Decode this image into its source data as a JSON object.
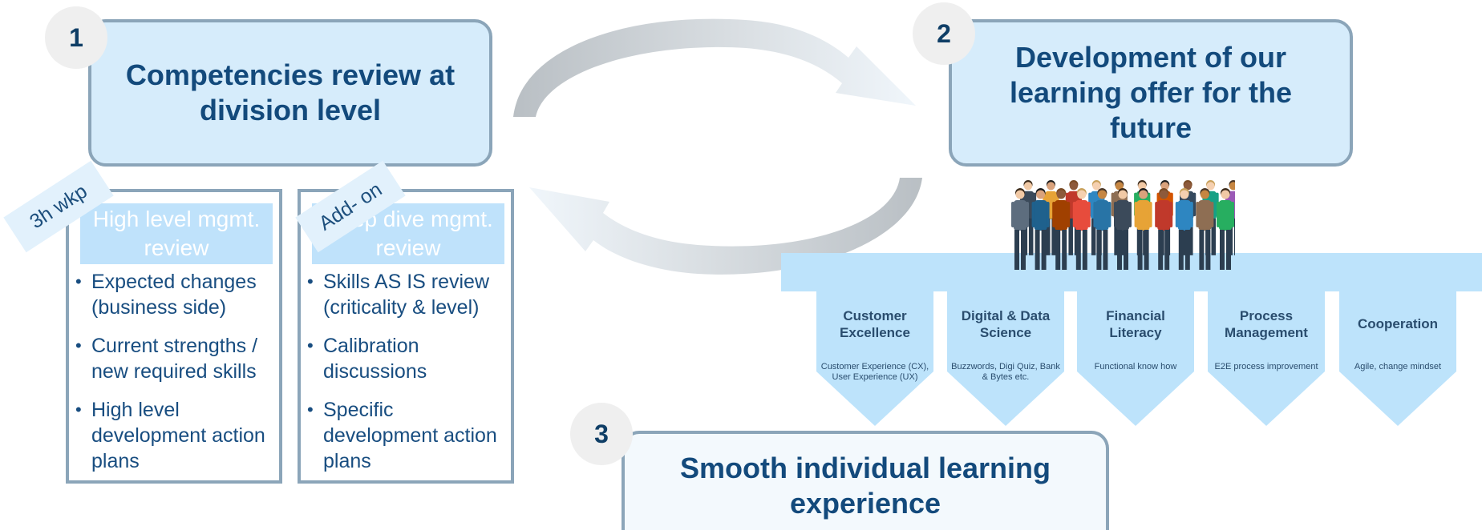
{
  "colors": {
    "box_fill": "#d6ecfb",
    "box_border": "#8ba5b9",
    "title_text": "#134a7c",
    "light_blue": "#bfe2fb",
    "band": "#bde3fb",
    "circle": "#efefef"
  },
  "stage1": {
    "number": "1",
    "title": "Competencies review at division level"
  },
  "stage2": {
    "number": "2",
    "title": "Development of our learning offer for the future"
  },
  "stage3": {
    "number": "3",
    "title": "Smooth individual learning experience"
  },
  "panel_left": {
    "tag": "3h wkp",
    "heading": "High level mgmt. review",
    "items": [
      "Expected changes (business side)",
      "Current strengths / new required skills",
      "High level development action plans"
    ]
  },
  "panel_right": {
    "tag": "Add- on",
    "heading": "Deep dive mgmt. review",
    "items": [
      "Skills AS IS review (criticality & level)",
      "Calibration discussions",
      "Specific development action plans"
    ]
  },
  "pillars": [
    {
      "title": "Customer Excellence",
      "desc": "Customer Experience (CX), User Experience (UX)"
    },
    {
      "title": "Digital & Data Science",
      "desc": "Buzzwords, Digi Quiz, Bank & Bytes etc."
    },
    {
      "title": "Financial Literacy",
      "desc": "Functional know how"
    },
    {
      "title": "Process Management",
      "desc": "E2E process improvement"
    },
    {
      "title": "Cooperation",
      "desc": "Agile,  change mindset"
    }
  ]
}
